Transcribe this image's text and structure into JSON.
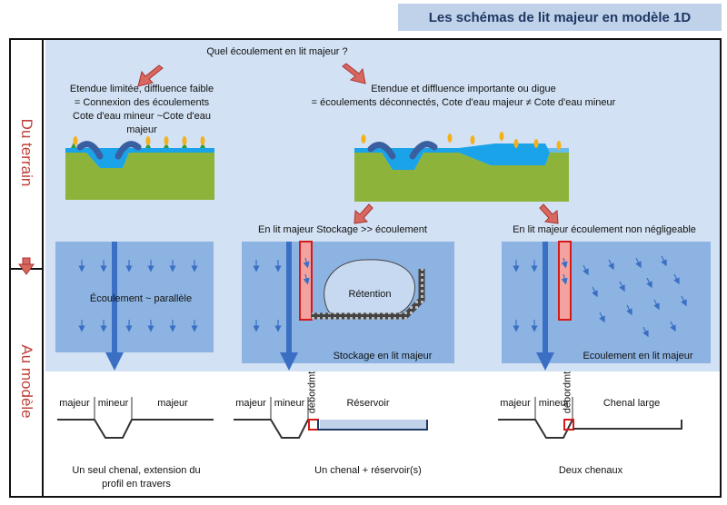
{
  "title": "Les schémas de lit majeur en modèle 1D",
  "side_labels": {
    "top": "Du terrain",
    "bottom": "Au modèle"
  },
  "question": "Quel écoulement en lit majeur ?",
  "case_limited": {
    "line1": "Etendue limitée, diffluence faible",
    "line2": "= Connexion des écoulements",
    "line3": "Cote d'eau mineur ~Cote d'eau",
    "line4": "majeur"
  },
  "case_large": {
    "line1": "Etendue et diffluence importante ou digue",
    "line2": "= écoulements déconnectés, Cote d'eau majeur ≠ Cote d'eau mineur"
  },
  "branch_storage": "En lit majeur Stockage >> écoulement",
  "branch_flow": "En lit majeur écoulement non négligeable",
  "panel1": {
    "label": "Écoulement ~ parallèle"
  },
  "panel2": {
    "retention": "Rétention",
    "label": "Stockage en lit majeur"
  },
  "panel3": {
    "label": "Ecoulement en lit majeur"
  },
  "profile1": {
    "left": "majeur",
    "middle": "mineur",
    "right": "majeur",
    "caption_line1": "Un seul chenal, extension du",
    "caption_line2": "profil en travers"
  },
  "profile2": {
    "left": "majeur",
    "middle": "mineur",
    "vertical": "débordmt",
    "right": "Réservoir",
    "caption": "Un chenal + réservoir(s)"
  },
  "profile3": {
    "left": "majeur",
    "middle": "mineur",
    "vertical": "débordmt",
    "right": "Chenal large",
    "caption": "Deux chenaux"
  },
  "colors": {
    "accent_red": "#c0403a",
    "water": "#1aa3e8",
    "ground": "#8db33a",
    "flow_arrow": "#3a6fc4",
    "panel": "#8db3e2"
  }
}
